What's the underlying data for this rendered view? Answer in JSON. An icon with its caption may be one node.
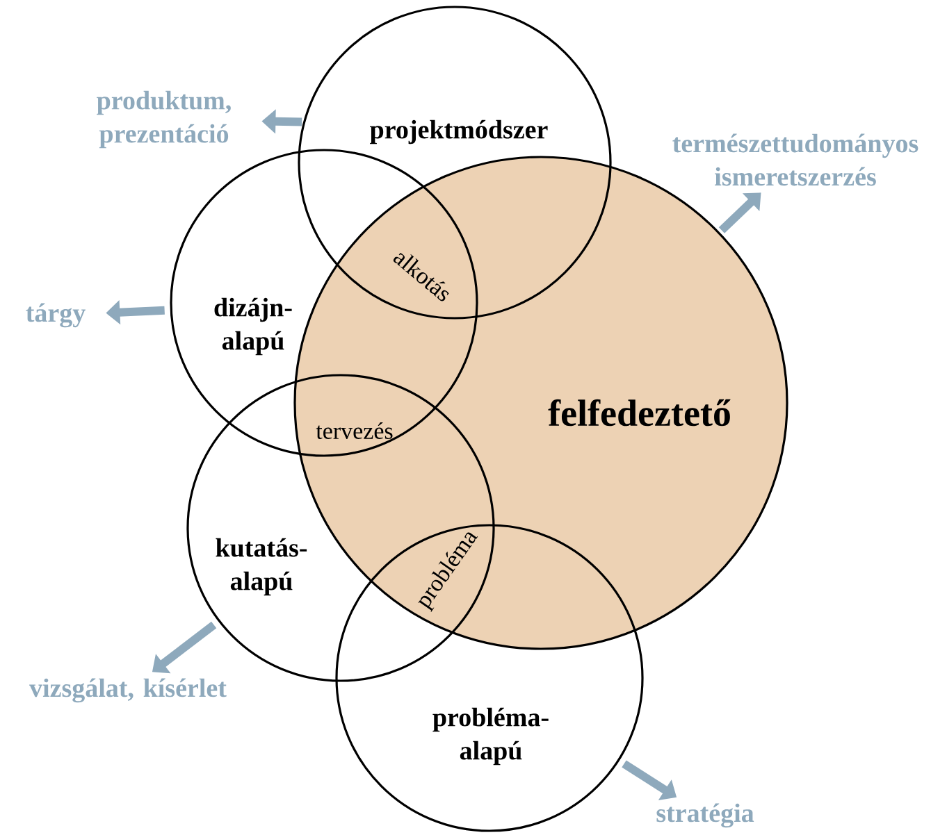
{
  "diagram": {
    "nodes": [
      {
        "text": [
          "produktum, prezentáció"
        ]
      },
      {
        "text": [
          "projektmódszer"
        ]
      },
      {
        "text": [
          "természettudományos ismeretszerzés"
        ]
      },
      {
        "text": [
          "tárgy"
        ]
      },
      {
        "text": [
          "dizájn-alapú"
        ]
      },
      {
        "text": [
          "felfedeztető"
        ]
      },
      {
        "text": [
          "kutatás-alapú"
        ]
      },
      {
        "text": [
          "vizsgálat, kísérlet"
        ]
      },
      {
        "text": [
          "probléma-alapú"
        ]
      },
      {
        "text": [
          "stratégia"
        ]
      }
    ],
    "edges": [
      {
        "from": 1,
        "to": 0,
        "arrow": "to"
      },
      {
        "from": 5,
        "to": 2,
        "arrow": "to"
      },
      {
        "from": 4,
        "to": 3,
        "arrow": "to"
      },
      {
        "from": 6,
        "to": 7,
        "arrow": "to"
      },
      {
        "from": 8,
        "to": 9,
        "arrow": "to"
      }
    ],
    "labels": [
      "alkotás",
      "tervezés",
      "probléma"
    ]
  }
}
